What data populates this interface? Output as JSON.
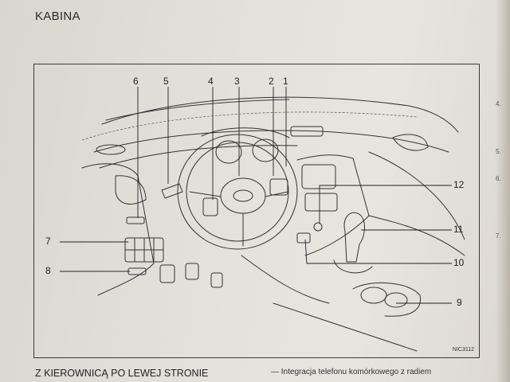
{
  "section_heading": "KABINA",
  "figure": {
    "code": "NIC3112",
    "callouts": [
      "1",
      "2",
      "3",
      "4",
      "5",
      "6",
      "7",
      "8",
      "9",
      "10",
      "11",
      "12"
    ]
  },
  "bottom": {
    "subheading": "Z KIEROWNICĄ PO LEWEJ STRONIE",
    "list_item": "— Integracja telefonu komórkowego z radiem"
  },
  "margin_numbers": [
    "4.",
    "5.",
    "6.",
    "7."
  ]
}
